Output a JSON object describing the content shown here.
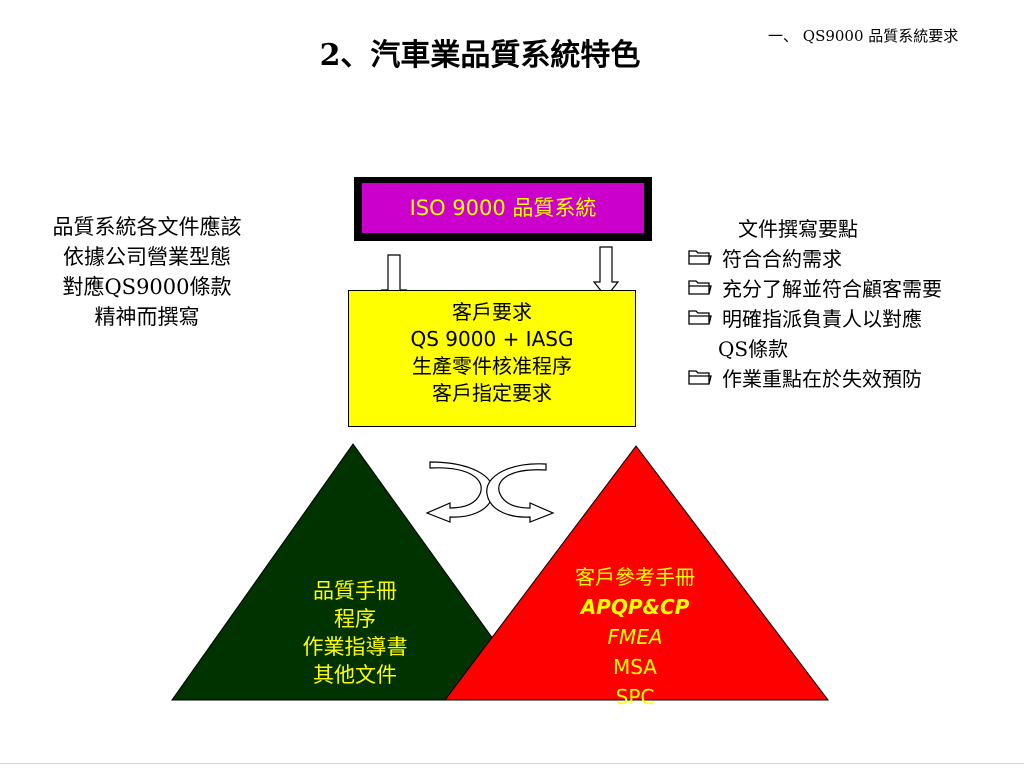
{
  "title": "2、汽車業品質系統特色",
  "section": "一、 QS9000 品質系統要求",
  "left_note": [
    "品質系統各文件應該",
    "依據公司營業型態",
    "對應QS9000條款",
    "精神而撰寫"
  ],
  "iso_box": "ISO  9000  品質系統",
  "requirements": {
    "lines": [
      "客戶要求",
      "QS 9000 + IASG",
      "生產零件核准程序",
      "客戶指定要求"
    ]
  },
  "right_note": {
    "heading": "文件撰寫要點",
    "items": [
      "符合合約需求",
      "充分了解並符合顧客需要",
      "明確指派負責人以對應",
      "作業重點在於失效預防"
    ],
    "continuation": "QS條款",
    "bullet_icon": "folder-icon"
  },
  "green_triangle": [
    "品質手冊",
    "程序",
    "作業指導書",
    "其他文件"
  ],
  "red_triangle": [
    "客戶參考手冊",
    "APQP&CP",
    "FMEA",
    "MSA",
    "SPC"
  ],
  "colors": {
    "iso_fill": "#cc00cc",
    "requirements_fill": "#ffff00",
    "green_triangle": "#003300",
    "red_triangle": "#ff0000",
    "triangle_text": "#ffff00"
  }
}
